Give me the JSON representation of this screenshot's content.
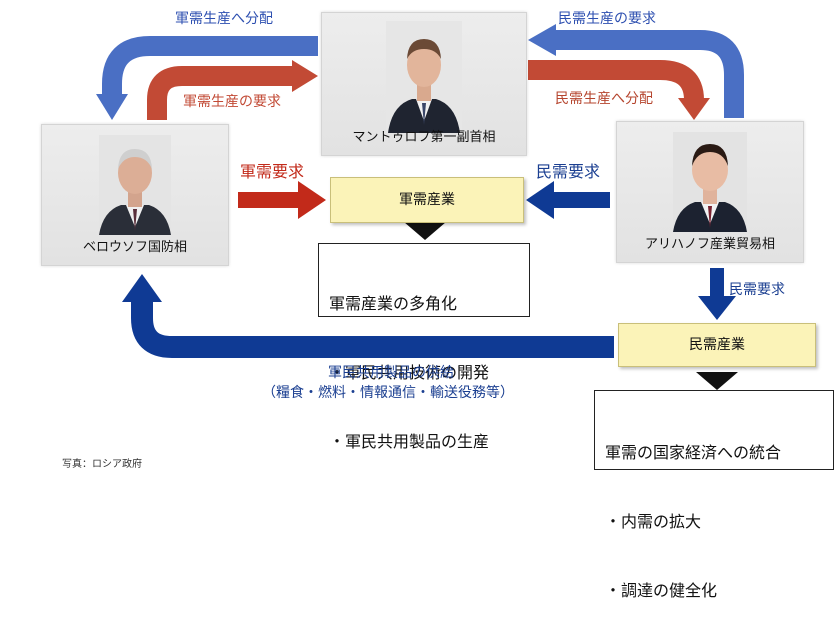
{
  "people": {
    "manturov": {
      "caption": "マントゥロフ第一副首相"
    },
    "belousov": {
      "caption": "ベロウソフ国防相"
    },
    "alikhanov": {
      "caption": "アリハノフ産業貿易相"
    }
  },
  "industries": {
    "military": "軍需産業",
    "civilian": "民需産業"
  },
  "flows": {
    "top_left_blue": "軍需生産へ分配",
    "top_left_red": "軍需生産の要求",
    "top_right_blue": "民需生産の要求",
    "top_right_red": "民需生産へ分配",
    "military_request": "軍需要求",
    "civilian_request_left": "民需要求",
    "civilian_request_down": "民需要求",
    "supply_line1": "軍民共用製品の供給",
    "supply_line2": "（糧食・燃料・情報通信・輸送役務等）"
  },
  "boxes": {
    "diversification": {
      "title": "軍需産業の多角化",
      "items": [
        "・軍民共用技術の開発",
        "・軍民共用製品の生産"
      ]
    },
    "integration": {
      "title": "軍需の国家経済への統合",
      "items": [
        "・内需の拡大",
        "・調達の健全化"
      ]
    }
  },
  "credit": "写真：ロシア政府",
  "colors": {
    "blue_light": "#4a6fc4",
    "blue_dark": "#0f3a94",
    "red": "#c24a35",
    "red_bright": "#c22a1a",
    "industry_fill": "#fbf3b8"
  }
}
